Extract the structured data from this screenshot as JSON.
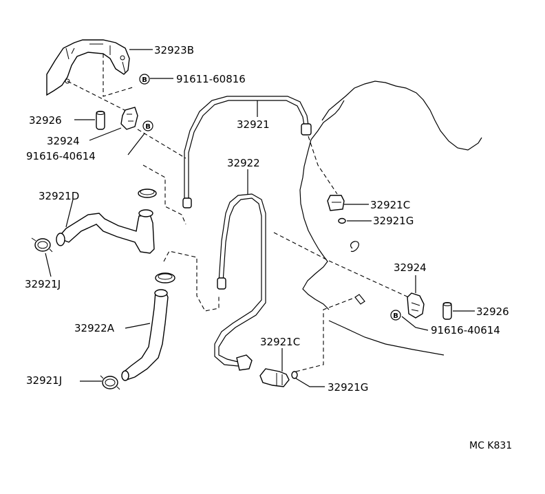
{
  "labels": {
    "p32923B": "32923B",
    "p91611": "91611-60816",
    "p32926a": "32926",
    "p32924a": "32924",
    "p91616a": "91616-40614",
    "p32921": "32921",
    "p32922": "32922",
    "p32921D": "32921D",
    "p32921Ja": "32921J",
    "p32922A": "32922A",
    "p32921Jb": "32921J",
    "p32921Ca": "32921C",
    "p32921Ga": "32921G",
    "p32924b": "32924",
    "p32926b": "32926",
    "p91616b": "91616-40614",
    "p32921Cb": "32921C",
    "p32921Gb": "32921G"
  },
  "badge_letter": "B",
  "diagram_code": "MC K831"
}
